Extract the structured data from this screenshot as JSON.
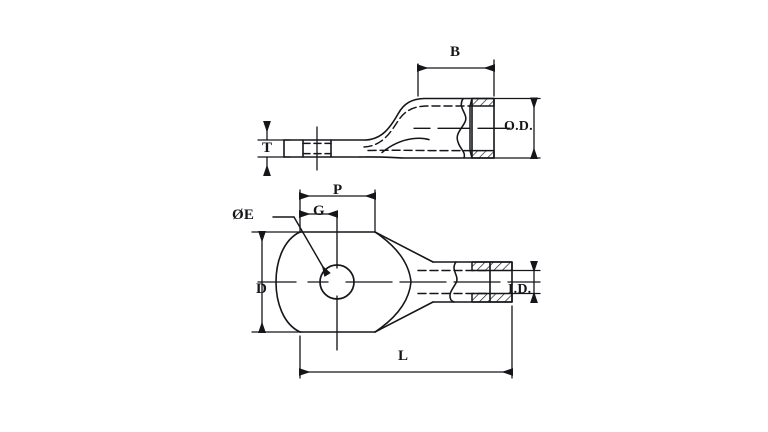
{
  "drawing": {
    "title": "Cable lug dimensional drawing",
    "background_color": "#ffffff",
    "line_color": "#15161a",
    "label_color": "#15161a",
    "views": [
      {
        "name": "side-elevation-view",
        "position": "top"
      },
      {
        "name": "plan-view",
        "position": "bottom"
      }
    ],
    "dimension_labels": {
      "barrel_length": "B",
      "outside_diameter": "O.D.",
      "tongue_thickness": "T",
      "pad_length": "P",
      "hole_center_distance": "G",
      "hole_diameter": "ØE",
      "tongue_width": "D",
      "inside_diameter": "I.D.",
      "overall_length": "L"
    },
    "features": {
      "barrel": "crimp-barrel",
      "tongue": "ring-tongue",
      "hole": "bolt-hole",
      "transition": "taper-neck",
      "hatching": "section-hatch"
    }
  }
}
